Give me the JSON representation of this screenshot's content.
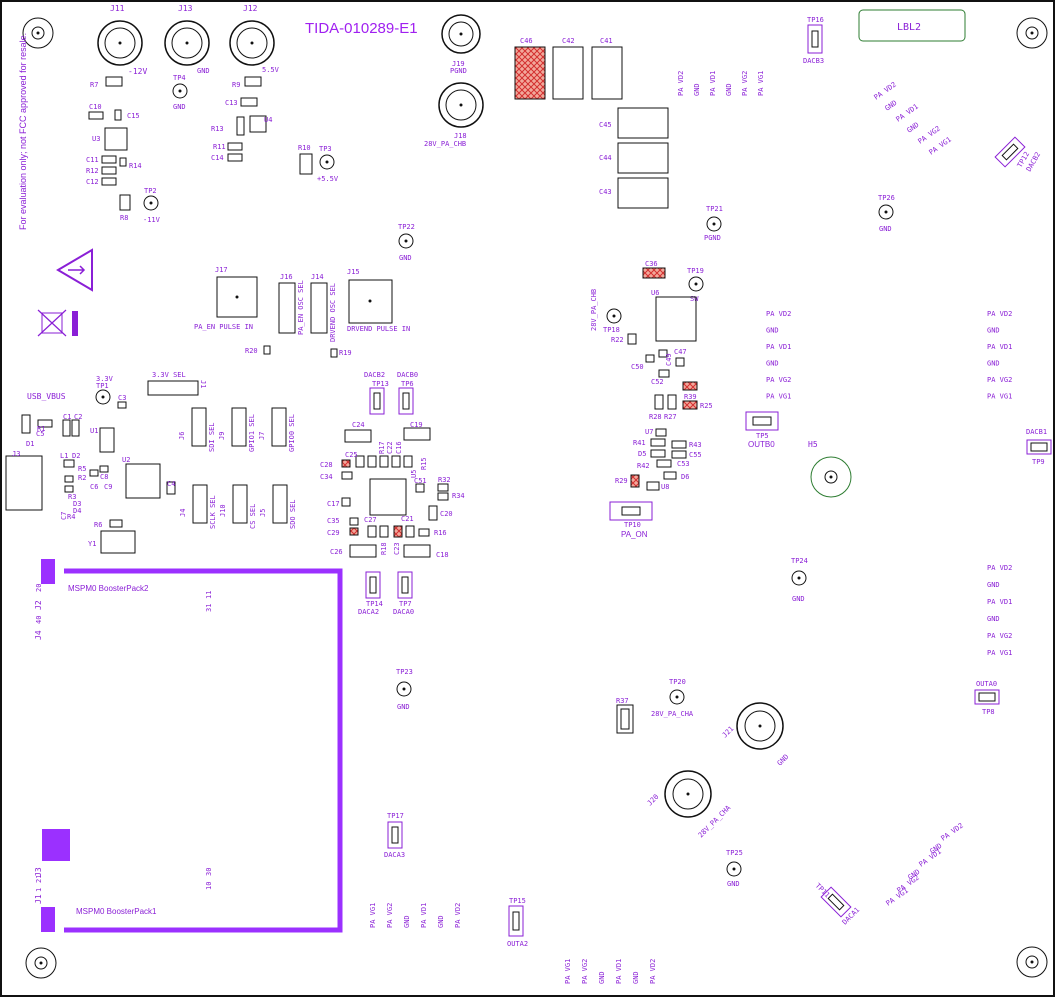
{
  "colors": {
    "silk": "#8a1fd6",
    "outline": "#111111",
    "title": "#a020f0",
    "pcb_line": "#9b30ff",
    "hatch": "#d32f2f",
    "hatch_fill": "#f2a89b"
  },
  "board": {
    "title": "TIDA-010289-E1",
    "label_box": "LBL2",
    "eval_note": "For evaluation only; not FCC approved for resale.",
    "warning_icon": "warning-triangle-icon",
    "weee_icon": "crossed-bin-icon"
  },
  "connectors": {
    "j11": "J11",
    "j11_net": "-12V",
    "j13": "J13",
    "j13_net": "GND",
    "j12": "J12",
    "j12_net": "5.5V",
    "j19": "J19",
    "j19_net": "PGND",
    "j18": "J18",
    "j18_net": "28V_PA_CHB",
    "j21": "J21",
    "j21_net": "GND",
    "j20": "J20",
    "j20_net": "28V_PA_CHA",
    "j3_usb": "J3",
    "usb_vbus": "USB_VBUS"
  },
  "headers": {
    "j17": "J17",
    "j17_label": "PA_EN PULSE IN",
    "j16": "J16",
    "j16_label": "PA_EN OSC SEL",
    "j14": "J14",
    "j14_label": "DRVEND OSC SEL",
    "j15": "J15",
    "j15_label": "DRVEND PULSE IN",
    "j1": "J1",
    "j1_label": "3.3V SEL",
    "j6": "J6",
    "j6_label": "SDI SEL",
    "j9": "J9",
    "j9_label": "GPIO1 SEL",
    "j7": "J7",
    "j7_label": "GPIO0 SEL",
    "j4": "J4",
    "j4_label": "SCLK SEL",
    "j10": "J10",
    "j10_label": "CS SEL",
    "j5": "J5",
    "j5_label": "SDO SEL"
  },
  "testpoints": {
    "tp4": "TP4",
    "tp4_net": "GND",
    "tp3": "TP3",
    "tp3_net": "+5.5V",
    "tp2": "TP2",
    "tp2_net": "-11V",
    "tp22": "TP22",
    "tp22_net": "GND",
    "tp21": "TP21",
    "tp21_net": "PGND",
    "tp26": "TP26",
    "tp26_net": "GND",
    "tp19": "TP19",
    "tp19_net": "SW",
    "tp18": "TP18",
    "tp18_net": "28V_PA_CHB",
    "tp1": "TP1",
    "tp1_net": "3.3V",
    "tp24": "TP24",
    "tp24_net": "GND",
    "tp23": "TP23",
    "tp23_net": "GND",
    "tp20": "TP20",
    "tp20_net": "28V_PA_CHA",
    "tp25": "TP25",
    "tp25_net": "GND"
  },
  "dac_points": {
    "tp16": "TP16",
    "tp16_net": "DACB3",
    "tp12": "TP12",
    "tp12_net": "DACB2",
    "tp13": "TP13",
    "tp13_net": "DACB2",
    "tp6": "TP6",
    "tp6_net": "DACB0",
    "tp5": "TP5",
    "tp5_net": "OUTB0",
    "tp9": "TP9",
    "tp9_net": "DACB1",
    "tp10": "TP10",
    "tp10_net": "PA_ON",
    "tp14": "TP14",
    "tp14_net": "DACA2",
    "tp7": "TP7",
    "tp7_net": "DACA0",
    "tp8": "TP8",
    "tp8_net": "OUTA0",
    "tp17": "TP17",
    "tp17_net": "DACA3",
    "tp15": "TP15",
    "tp15_net": "OUTA2",
    "tp11": "TP11",
    "tp11_net": "DACA1"
  },
  "pa_labels": [
    "PA VD2",
    "GND",
    "PA VD1",
    "GND",
    "PA VG2",
    "PA VG1"
  ],
  "pa_labels_rev": [
    "PA VG1",
    "PA VG2",
    "GND",
    "PA VD1",
    "GND",
    "PA VD2"
  ],
  "caps": {
    "c46": "C46",
    "c42": "C42",
    "c41": "C41",
    "c45": "C45",
    "c44": "C44",
    "c43": "C43",
    "c36": "C36",
    "c47": "C47",
    "c50": "C50",
    "c52": "C52",
    "c49": "C49",
    "c53": "C53",
    "c55": "C55",
    "c10": "C10",
    "c15": "C15",
    "c11": "C11",
    "c12": "C12",
    "c13": "C13",
    "c14": "C14",
    "c3": "C3",
    "c1": "C1",
    "c2": "C2",
    "c5": "C5",
    "c6": "C6",
    "c8": "C8",
    "c9": "C9",
    "c4": "C4",
    "c7": "C7",
    "c24": "C24",
    "c19": "C19",
    "c25": "C25",
    "c22": "C22",
    "c16": "C16",
    "c28": "C28",
    "c34": "C34",
    "c17": "C17",
    "c51": "C51",
    "c20": "C20",
    "c35": "C35",
    "c27": "C27",
    "c21": "C21",
    "c29": "C29",
    "c23": "C23",
    "c26": "C26",
    "c18": "C18"
  },
  "resistors": {
    "r7": "R7",
    "r9": "R9",
    "r14": "R14",
    "r8": "R8",
    "r13": "R13",
    "r11": "R11",
    "r10": "R10",
    "r22": "R22",
    "r28": "R28",
    "r27": "R27",
    "r25": "R25",
    "r39": "R39",
    "r41": "R41",
    "r43": "R43",
    "r42": "R42",
    "r29": "R29",
    "r20": "R20",
    "r19": "R19",
    "r1": "R1",
    "r5": "R5",
    "r2": "R2",
    "r3": "R3",
    "r4": "R4",
    "r6": "R6",
    "r32": "R32",
    "r34": "R34",
    "r15": "R15",
    "r17": "R17",
    "r16": "R16",
    "r18": "R18",
    "r37": "R37",
    "r12": "R12"
  },
  "ics": {
    "u3": "U3",
    "u4": "U4",
    "u6": "U6",
    "u7": "U7",
    "u8": "U8",
    "d5": "D5",
    "d6": "D6",
    "u1": "U1",
    "u2": "U2",
    "d1": "D1",
    "d2": "D2",
    "d3": "D3",
    "d4": "D4",
    "l1": "L1",
    "y1": "Y1",
    "u5": "U5",
    "h5": "H5"
  },
  "boosterpack": {
    "bp2": "MSPM0 BoosterPack2",
    "bp1": "MSPM0 BoosterPack1",
    "j2": "J2",
    "j4": "J4",
    "j3": "J3",
    "j1": "J1",
    "n20": "20",
    "n40": "40",
    "n31": "31",
    "n11": "11",
    "n21": "21",
    "n1": "1",
    "n10": "10",
    "n30": "30"
  }
}
